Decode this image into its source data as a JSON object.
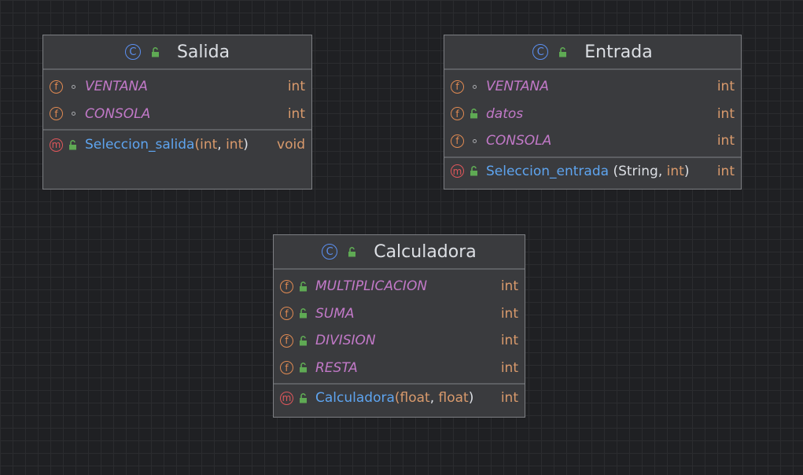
{
  "classes": [
    {
      "name": "Salida",
      "fields": [
        {
          "name": "VENTANA",
          "type": "int",
          "visibility": "package"
        },
        {
          "name": "CONSOLA",
          "type": "int",
          "visibility": "package"
        }
      ],
      "methods": [
        {
          "name": "Seleccion_salida",
          "open": "(",
          "params": [
            "int",
            "int"
          ],
          "sep": ", ",
          "close": ")",
          "return": "void",
          "visibility": "public"
        }
      ]
    },
    {
      "name": "Entrada",
      "fields": [
        {
          "name": "VENTANA",
          "type": "int",
          "visibility": "package"
        },
        {
          "name": "datos",
          "type": "int",
          "visibility": "public"
        },
        {
          "name": "CONSOLA",
          "type": "int",
          "visibility": "package"
        }
      ],
      "methods": [
        {
          "name": "Seleccion_entrada",
          "open": " (",
          "params": [
            "String",
            "int"
          ],
          "sep": ", ",
          "close": ")",
          "return": "int",
          "visibility": "public"
        }
      ]
    },
    {
      "name": "Calculadora",
      "fields": [
        {
          "name": "MULTIPLICACION",
          "type": "int",
          "visibility": "public"
        },
        {
          "name": "SUMA",
          "type": "int",
          "visibility": "public"
        },
        {
          "name": "DIVISION",
          "type": "int",
          "visibility": "public"
        },
        {
          "name": "RESTA",
          "type": "int",
          "visibility": "public"
        }
      ],
      "methods": [
        {
          "name": "Calculadora",
          "open": "(",
          "params": [
            "float",
            "float"
          ],
          "sep": ", ",
          "close": ")",
          "return": "int",
          "visibility": "public"
        }
      ]
    }
  ],
  "icons": {
    "class_badge": "C",
    "field_badge": "f",
    "method_badge": "m",
    "public_icon": "open-lock-icon",
    "package_icon": "dot-icon"
  },
  "colors": {
    "field_name": "#c279c8",
    "method_name": "#5ea4ef",
    "type": "#d99a6c",
    "field_badge": "#e08a52",
    "method_badge": "#e0575b",
    "class_badge": "#5b8ff0",
    "public_visibility": "#5faa54"
  }
}
